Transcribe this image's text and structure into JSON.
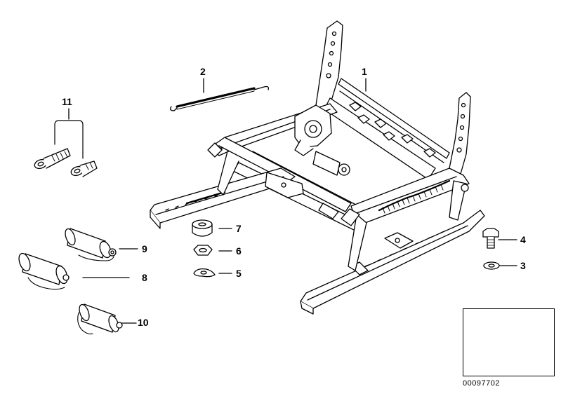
{
  "callouts": {
    "c1": "1",
    "c2": "2",
    "c3": "3",
    "c4": "4",
    "c5": "5",
    "c6": "6",
    "c7": "7",
    "c8": "8",
    "c9": "9",
    "c10": "10",
    "c11": "11"
  },
  "footer": {
    "doc_number": "00097702"
  },
  "colors": {
    "line": "#000000",
    "background": "#ffffff"
  }
}
